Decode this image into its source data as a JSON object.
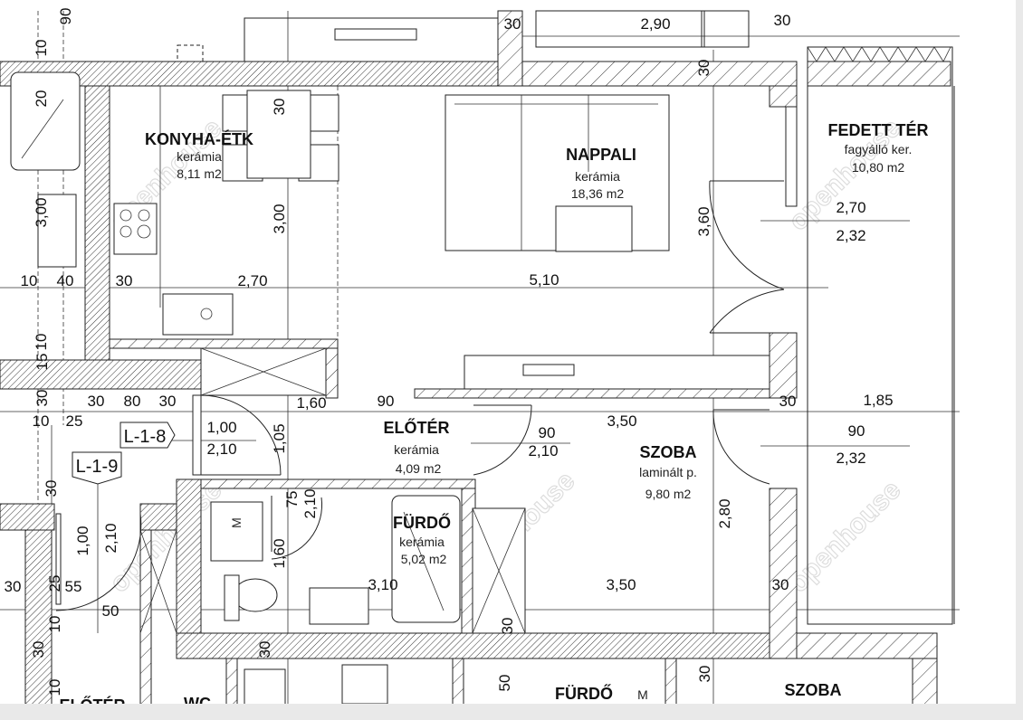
{
  "rooms": {
    "konyha": {
      "name": "KONYHA-ÉTK",
      "floor": "kerámia",
      "area": "8,11 m2"
    },
    "nappali": {
      "name": "NAPPALI",
      "floor": "kerámia",
      "area": "18,36 m2"
    },
    "fedett": {
      "name": "FEDETT TÉR",
      "floor": "fagyálló ker.",
      "area": "10,80 m2"
    },
    "eloter": {
      "name": "ELŐTÉR",
      "floor": "kerámia",
      "area": "4,09 m2"
    },
    "szoba": {
      "name": "SZOBA",
      "floor": "laminált p.",
      "area": "9,80 m2"
    },
    "furdo": {
      "name": "FÜRDŐ",
      "floor": "kerámia",
      "area": "5,02 m2"
    },
    "neighbor_eloter": {
      "name": "ELŐTÉR"
    },
    "neighbor_wc": {
      "name": "WC"
    },
    "neighbor_furdo": {
      "name": "FÜRDŐ"
    },
    "neighbor_szoba": {
      "name": "SZOBA"
    }
  },
  "appliance_labels": {
    "washer": "M",
    "washer2": "M"
  },
  "tags": {
    "l18": "L-1-8",
    "l19": "L-1-9"
  },
  "dims": [
    "2,90",
    "30",
    "30",
    "10",
    "40",
    "30",
    "2,70",
    "5,10",
    "1,60",
    "90",
    "30",
    "80",
    "30",
    "10",
    "25",
    "3,50",
    "30",
    "1,85",
    "1,00",
    "2,10",
    "90",
    "2,10",
    "90",
    "2,32",
    "2,70",
    "2,32",
    "3,10",
    "3,50",
    "30",
    "30",
    "55",
    "50",
    "90",
    "10",
    "20",
    "3,00",
    "30",
    "3,00",
    "3,60",
    "30",
    "10",
    "15",
    "30",
    "1,05",
    "75",
    "2,10",
    "1,60",
    "30",
    "1,00",
    "2,10",
    "25",
    "10",
    "30",
    "10",
    "30",
    "2,80",
    "30",
    "30",
    "50"
  ],
  "watermark": "openhouse"
}
